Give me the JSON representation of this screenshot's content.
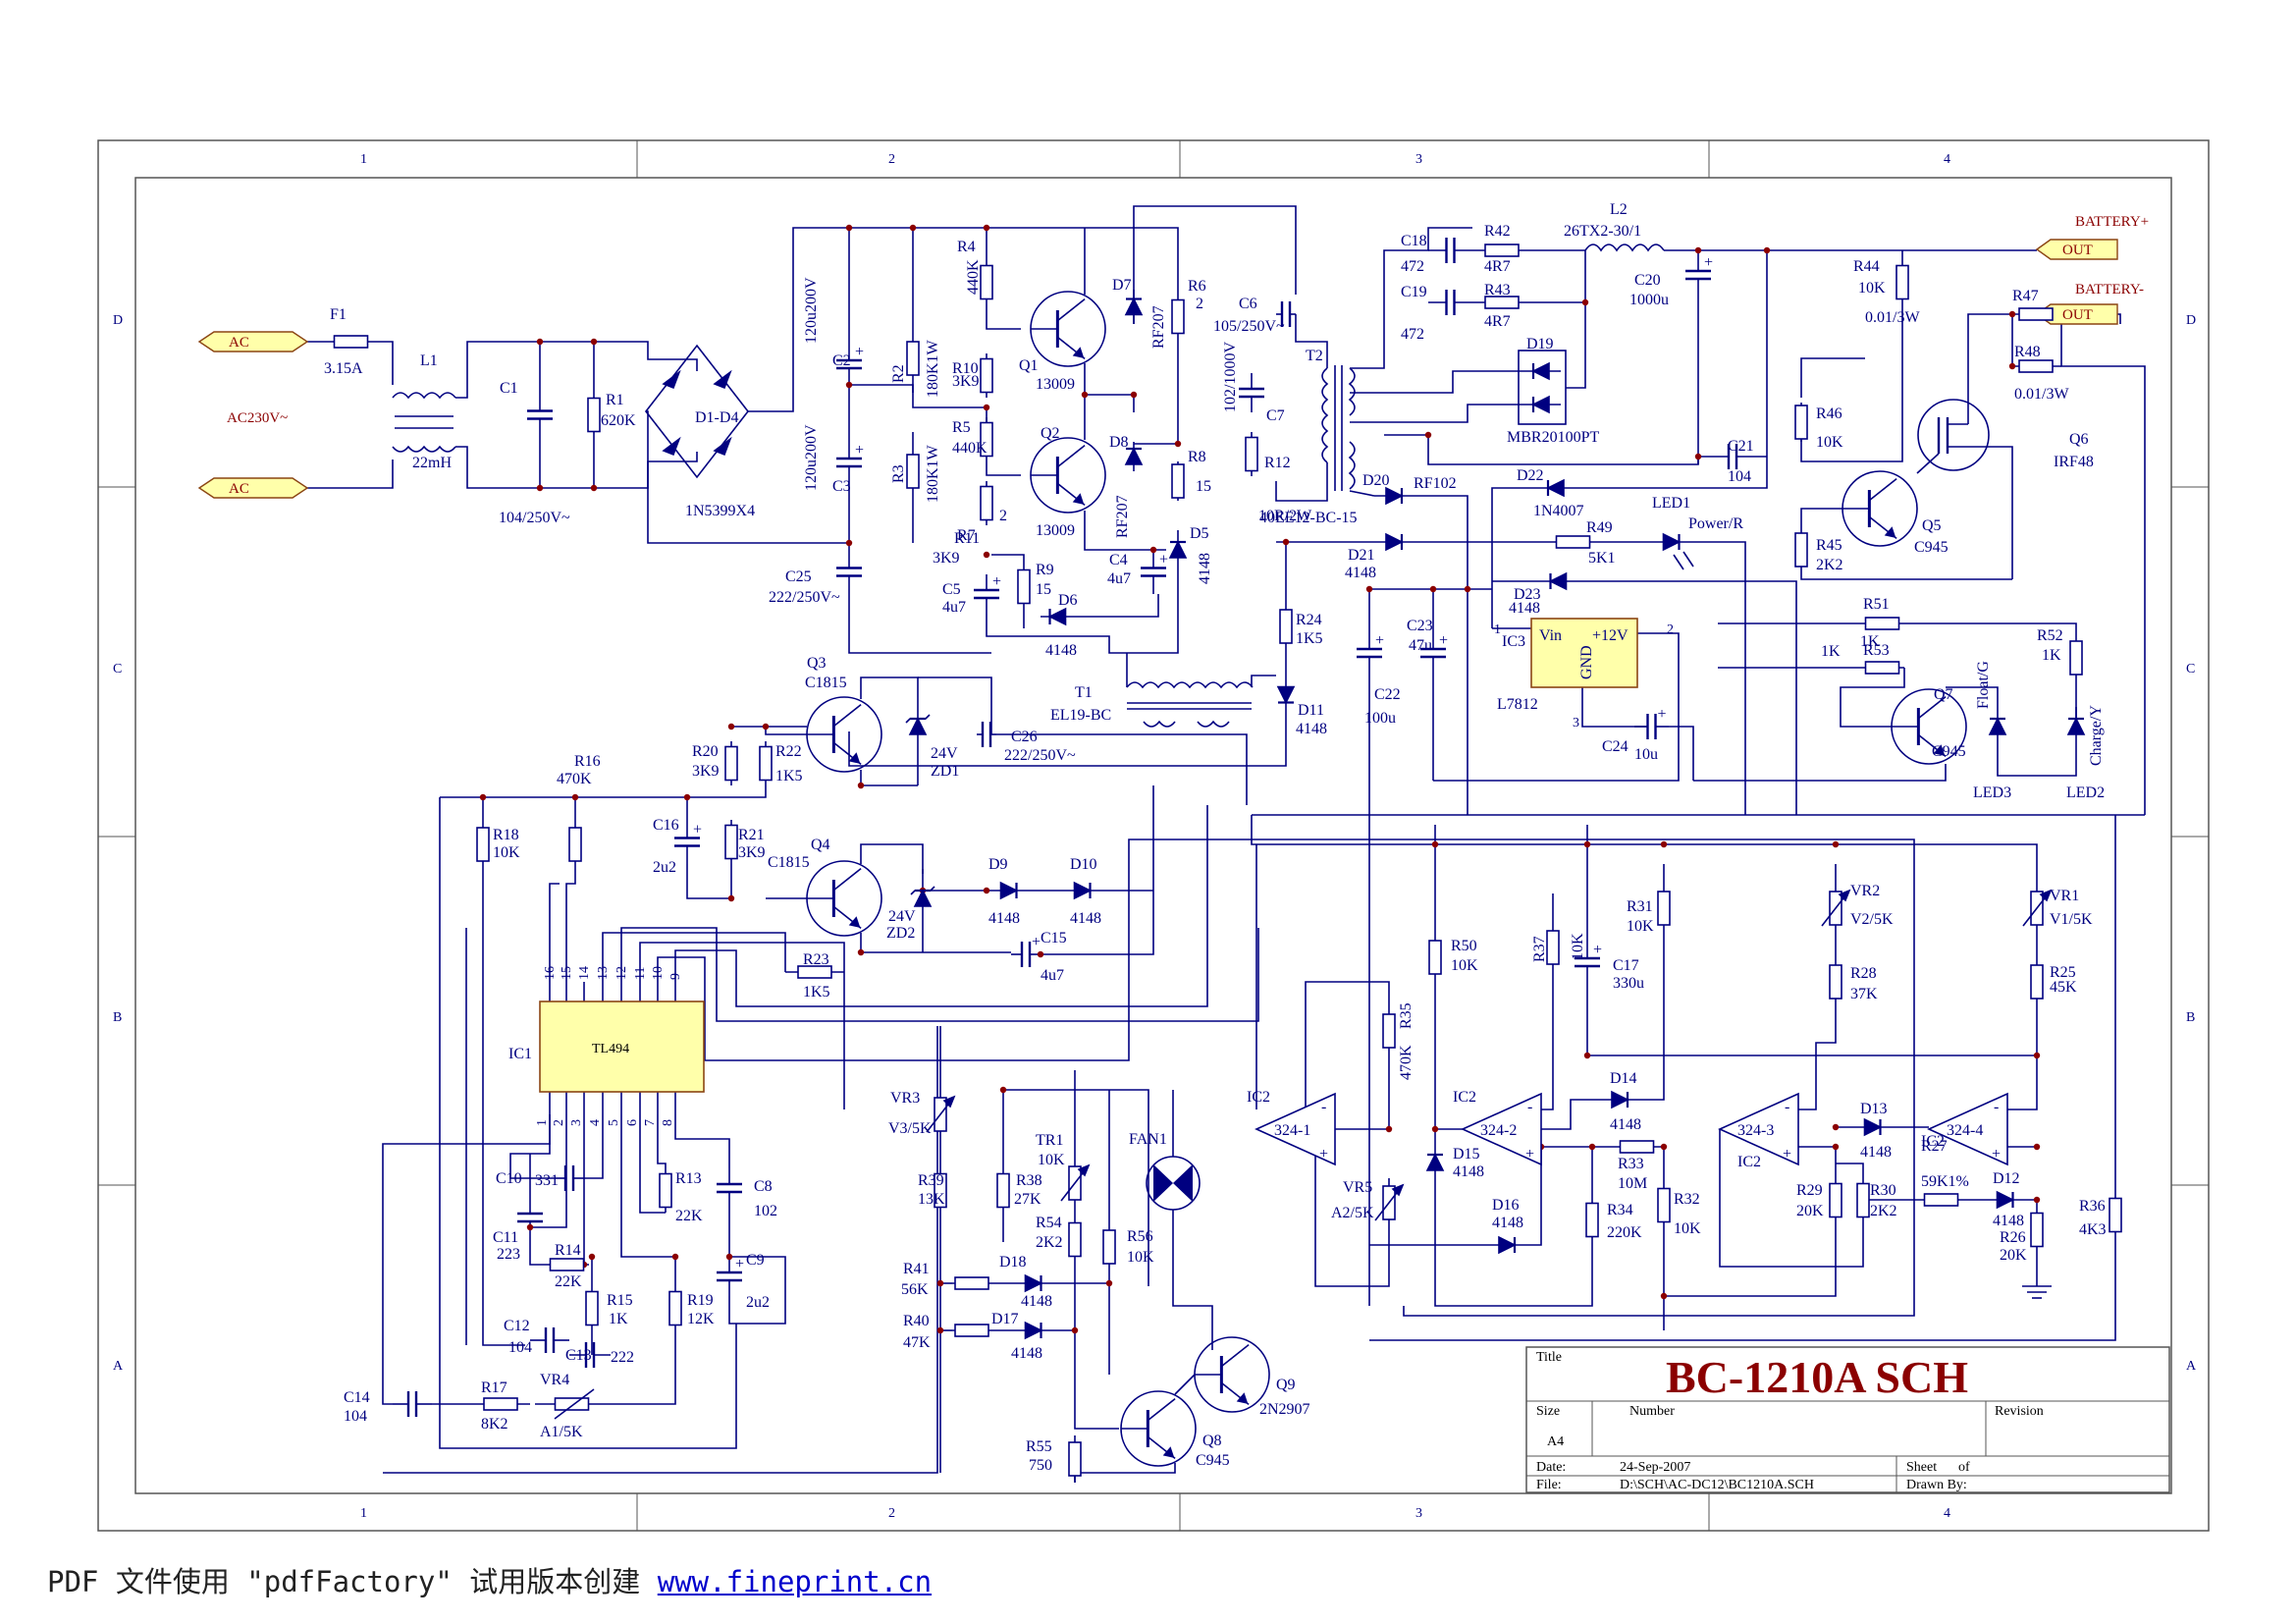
{
  "drawing": {
    "title_label": "Title",
    "title": "BC-1210A SCH",
    "size_label": "Size",
    "size": "A4",
    "number_label": "Number",
    "revision_label": "Revision",
    "date_label": "Date:",
    "date": "24-Sep-2007",
    "file_label": "File:",
    "file": "D:\\SCH\\AC-DC12\\BC1210A.SCH",
    "sheet_label": "Sheet",
    "of_label": "of",
    "drawn_by_label": "Drawn By:",
    "columns": [
      "1",
      "2",
      "3",
      "4"
    ],
    "rows": [
      "D",
      "C",
      "B",
      "A"
    ]
  },
  "ports": {
    "ac_top": "AC",
    "ac_bottom": "AC",
    "battery_plus": "BATTERY+",
    "battery_minus": "BATTERY-",
    "out_plus": "OUT",
    "out_minus": "OUT"
  },
  "components": {
    "F1": {
      "ref": "F1",
      "value": "3.15A"
    },
    "L1": {
      "ref": "L1",
      "value": "22mH"
    },
    "C1": {
      "ref": "C1",
      "value": "104/250V~"
    },
    "R1": {
      "ref": "R1",
      "value": "620K"
    },
    "AC": {
      "label": "AC230V~"
    },
    "D1": {
      "ref": "D1-D4",
      "value": "1N5399X4"
    },
    "C2": {
      "ref": "C2",
      "value": "120u200V"
    },
    "C3": {
      "ref": "C3",
      "value": "120u200V"
    },
    "C25": {
      "ref": "C25",
      "value": "222/250V~"
    },
    "R2": {
      "ref": "R2",
      "value": "180K1W"
    },
    "R3": {
      "ref": "R3",
      "value": "180K1W"
    },
    "R4": {
      "ref": "R4",
      "value": "440K"
    },
    "R5": {
      "ref": "R5",
      "value": "440K"
    },
    "R10": {
      "ref": "R10",
      "value": "3K9"
    },
    "R11": {
      "ref": "R11",
      "value": "3K9"
    },
    "R7": {
      "ref": "R7",
      "value": "2"
    },
    "R6": {
      "ref": "R6",
      "value": "2"
    },
    "R8": {
      "ref": "R8",
      "value": "15"
    },
    "R9": {
      "ref": "R9",
      "value": "15"
    },
    "Q1": {
      "ref": "Q1",
      "value": "13009"
    },
    "Q2": {
      "ref": "Q2",
      "value": "13009"
    },
    "D7": {
      "ref": "D7",
      "value": "RF207"
    },
    "D8": {
      "ref": "D8",
      "value": "RF207"
    },
    "D5": {
      "ref": "D5",
      "value": "4148"
    },
    "D6": {
      "ref": "D6",
      "value": "4148"
    },
    "C4": {
      "ref": "C4",
      "value": "4u7"
    },
    "C5": {
      "ref": "C5",
      "value": "4u7"
    },
    "C6": {
      "ref": "C6",
      "value": "105/250V~"
    },
    "C7": {
      "ref": "C7",
      "value": "102/1000V"
    },
    "R12": {
      "ref": "R12",
      "value": "10R/2W"
    },
    "T2": {
      "ref": "T2",
      "value": "40EE12-BC-15"
    },
    "T1": {
      "ref": "T1",
      "value": "EL19-BC"
    },
    "C18": {
      "ref": "C18",
      "value": "472"
    },
    "C19": {
      "ref": "C19",
      "value": "472"
    },
    "R42": {
      "ref": "R42",
      "value": "4R7"
    },
    "R43": {
      "ref": "R43",
      "value": "4R7"
    },
    "L2": {
      "ref": "L2",
      "value": "26TX2-30/1"
    },
    "C20": {
      "ref": "C20",
      "value": "1000u"
    },
    "D19": {
      "ref": "D19",
      "value": "MBR20100PT"
    },
    "C21": {
      "ref": "C21",
      "value": "104"
    },
    "D20": {
      "ref": "D20",
      "value": "RF102"
    },
    "D21": {
      "ref": "D21",
      "value": "4148"
    },
    "D22": {
      "ref": "D22",
      "value": "1N4007"
    },
    "D23": {
      "ref": "D23",
      "value": "4148"
    },
    "R49": {
      "ref": "R49",
      "value": "5K1"
    },
    "LED1": {
      "ref": "LED1",
      "value": "Power/R"
    },
    "R24": {
      "ref": "R24",
      "value": "1K5"
    },
    "D11": {
      "ref": "D11",
      "value": "4148"
    },
    "C22": {
      "ref": "C22",
      "value": "100u"
    },
    "C23": {
      "ref": "C23",
      "value": "47u"
    },
    "IC3": {
      "ref": "IC3",
      "value": "L7812",
      "vin": "Vin",
      "gnd": "GND",
      "vout": "+12V"
    },
    "C24": {
      "ref": "C24",
      "value": "10u"
    },
    "R44": {
      "ref": "R44",
      "value": "10K"
    },
    "R47": {
      "ref": "R47",
      "value": "0.01/3W"
    },
    "R48": {
      "ref": "R48",
      "value": "0.01/3W"
    },
    "R46": {
      "ref": "R46",
      "value": "10K"
    },
    "R45": {
      "ref": "R45",
      "value": "2K2"
    },
    "Q5": {
      "ref": "Q5",
      "value": "C945"
    },
    "Q6": {
      "ref": "Q6",
      "value": "IRF48"
    },
    "R51": {
      "ref": "R51",
      "value": "1K"
    },
    "R53": {
      "ref": "R53",
      "value": "1K"
    },
    "R52": {
      "ref": "R52",
      "value": "1K"
    },
    "Q7": {
      "ref": "Q7",
      "value": "C945"
    },
    "LED3": {
      "ref": "LED3",
      "value": "Float/G"
    },
    "LED2": {
      "ref": "LED2",
      "value": "Charge/Y"
    },
    "Q3": {
      "ref": "Q3",
      "value": "C1815"
    },
    "Q4": {
      "ref": "Q4",
      "value": "C1815"
    },
    "ZD1": {
      "ref": "ZD1",
      "value": "24V"
    },
    "ZD2": {
      "ref": "ZD2",
      "value": "24V"
    },
    "C26": {
      "ref": "C26",
      "value": "222/250V~"
    },
    "R20": {
      "ref": "R20",
      "value": "3K9"
    },
    "R21": {
      "ref": "R21",
      "value": "3K9"
    },
    "R22": {
      "ref": "R22",
      "value": "1K5"
    },
    "R23": {
      "ref": "R23",
      "value": "1K5"
    },
    "D9": {
      "ref": "D9",
      "value": "4148"
    },
    "D10": {
      "ref": "D10",
      "value": "4148"
    },
    "C15": {
      "ref": "C15",
      "value": "4u7"
    },
    "R16": {
      "ref": "R16",
      "value": "470K"
    },
    "R18": {
      "ref": "R18",
      "value": "10K"
    },
    "C16": {
      "ref": "C16",
      "value": "2u2"
    },
    "IC1": {
      "ref": "IC1",
      "value": "TL494"
    },
    "C10": {
      "ref": "C10",
      "value": "331"
    },
    "C11": {
      "ref": "C11",
      "value": "223"
    },
    "R14": {
      "ref": "R14",
      "value": "22K"
    },
    "R13": {
      "ref": "R13",
      "value": "22K"
    },
    "C8": {
      "ref": "C8",
      "value": "102"
    },
    "C9": {
      "ref": "C9",
      "value": "2u2"
    },
    "R15": {
      "ref": "R15",
      "value": "1K"
    },
    "R19": {
      "ref": "R19",
      "value": "12K"
    },
    "C12": {
      "ref": "C12",
      "value": "104"
    },
    "C13": {
      "ref": "C13",
      "value": "222"
    },
    "C14": {
      "ref": "C14",
      "value": "104"
    },
    "R17": {
      "ref": "R17",
      "value": "8K2"
    },
    "VR4": {
      "ref": "VR4",
      "value": "A1/5K"
    },
    "VR3": {
      "ref": "VR3",
      "value": "V3/5K"
    },
    "R39": {
      "ref": "R39",
      "value": "13K"
    },
    "R38": {
      "ref": "R38",
      "value": "27K"
    },
    "TR1": {
      "ref": "TR1",
      "value": "10K"
    },
    "R54": {
      "ref": "R54",
      "value": "2K2"
    },
    "R56": {
      "ref": "R56",
      "value": "10K"
    },
    "FAN1": {
      "ref": "FAN1"
    },
    "R41": {
      "ref": "R41",
      "value": "56K"
    },
    "R40": {
      "ref": "R40",
      "value": "47K"
    },
    "D18": {
      "ref": "D18",
      "value": "4148"
    },
    "D17": {
      "ref": "D17",
      "value": "4148"
    },
    "R55": {
      "ref": "R55",
      "value": "750"
    },
    "Q8": {
      "ref": "Q8",
      "value": "C945"
    },
    "Q9": {
      "ref": "Q9",
      "value": "2N2907"
    },
    "IC2a": {
      "ref": "IC2",
      "value": "324-1"
    },
    "IC2b": {
      "ref": "IC2",
      "value": "324-2"
    },
    "IC2c": {
      "ref": "IC2",
      "value": "324-3"
    },
    "IC2d": {
      "ref": "IC2",
      "value": "324-4"
    },
    "VR5": {
      "ref": "VR5",
      "value": "A2/5K"
    },
    "R35": {
      "ref": "R35",
      "value": "470K"
    },
    "R50": {
      "ref": "R50",
      "value": "10K"
    },
    "R37": {
      "ref": "R37",
      "value": "10K"
    },
    "C17": {
      "ref": "C17",
      "value": "330u"
    },
    "R31": {
      "ref": "R31",
      "value": "10K"
    },
    "D15": {
      "ref": "D15",
      "value": "4148"
    },
    "D14": {
      "ref": "D14",
      "value": "4148"
    },
    "D16": {
      "ref": "D16",
      "value": "4148"
    },
    "R33": {
      "ref": "R33",
      "value": "10M"
    },
    "R34": {
      "ref": "R34",
      "value": "220K"
    },
    "R32": {
      "ref": "R32",
      "value": "10K"
    },
    "VR2": {
      "ref": "VR2",
      "value": "V2/5K"
    },
    "R28": {
      "ref": "R28",
      "value": "37K"
    },
    "VR1": {
      "ref": "VR1",
      "value": "V1/5K"
    },
    "R25": {
      "ref": "R25",
      "value": "45K"
    },
    "D13": {
      "ref": "D13",
      "value": "4148"
    },
    "R29": {
      "ref": "R29",
      "value": "20K"
    },
    "R30": {
      "ref": "R30",
      "value": "2K2"
    },
    "R27": {
      "ref": "R27",
      "value": "59K1%"
    },
    "D12": {
      "ref": "D12",
      "value": "4148"
    },
    "R26": {
      "ref": "R26",
      "value": "20K"
    },
    "R36": {
      "ref": "R36",
      "value": "4K3"
    }
  },
  "ic_pins": {
    "ic1_top": [
      "16",
      "15",
      "14",
      "13",
      "12",
      "11",
      "10",
      "9"
    ],
    "ic1_bottom": [
      "1",
      "2",
      "3",
      "4",
      "5",
      "6",
      "7",
      "8"
    ],
    "ic3": [
      "1",
      "2",
      "3"
    ]
  },
  "footer": {
    "text": "PDF 文件使用 \"pdfFactory\" 试用版本创建",
    "link": "www.fineprint.cn"
  },
  "colors": {
    "wire": "#000080",
    "junction": "#8b0000",
    "frame": "#555555",
    "ic_fill": "#ffffaa",
    "title_text": "#8b0000",
    "port_fill": "#ffffaa"
  }
}
